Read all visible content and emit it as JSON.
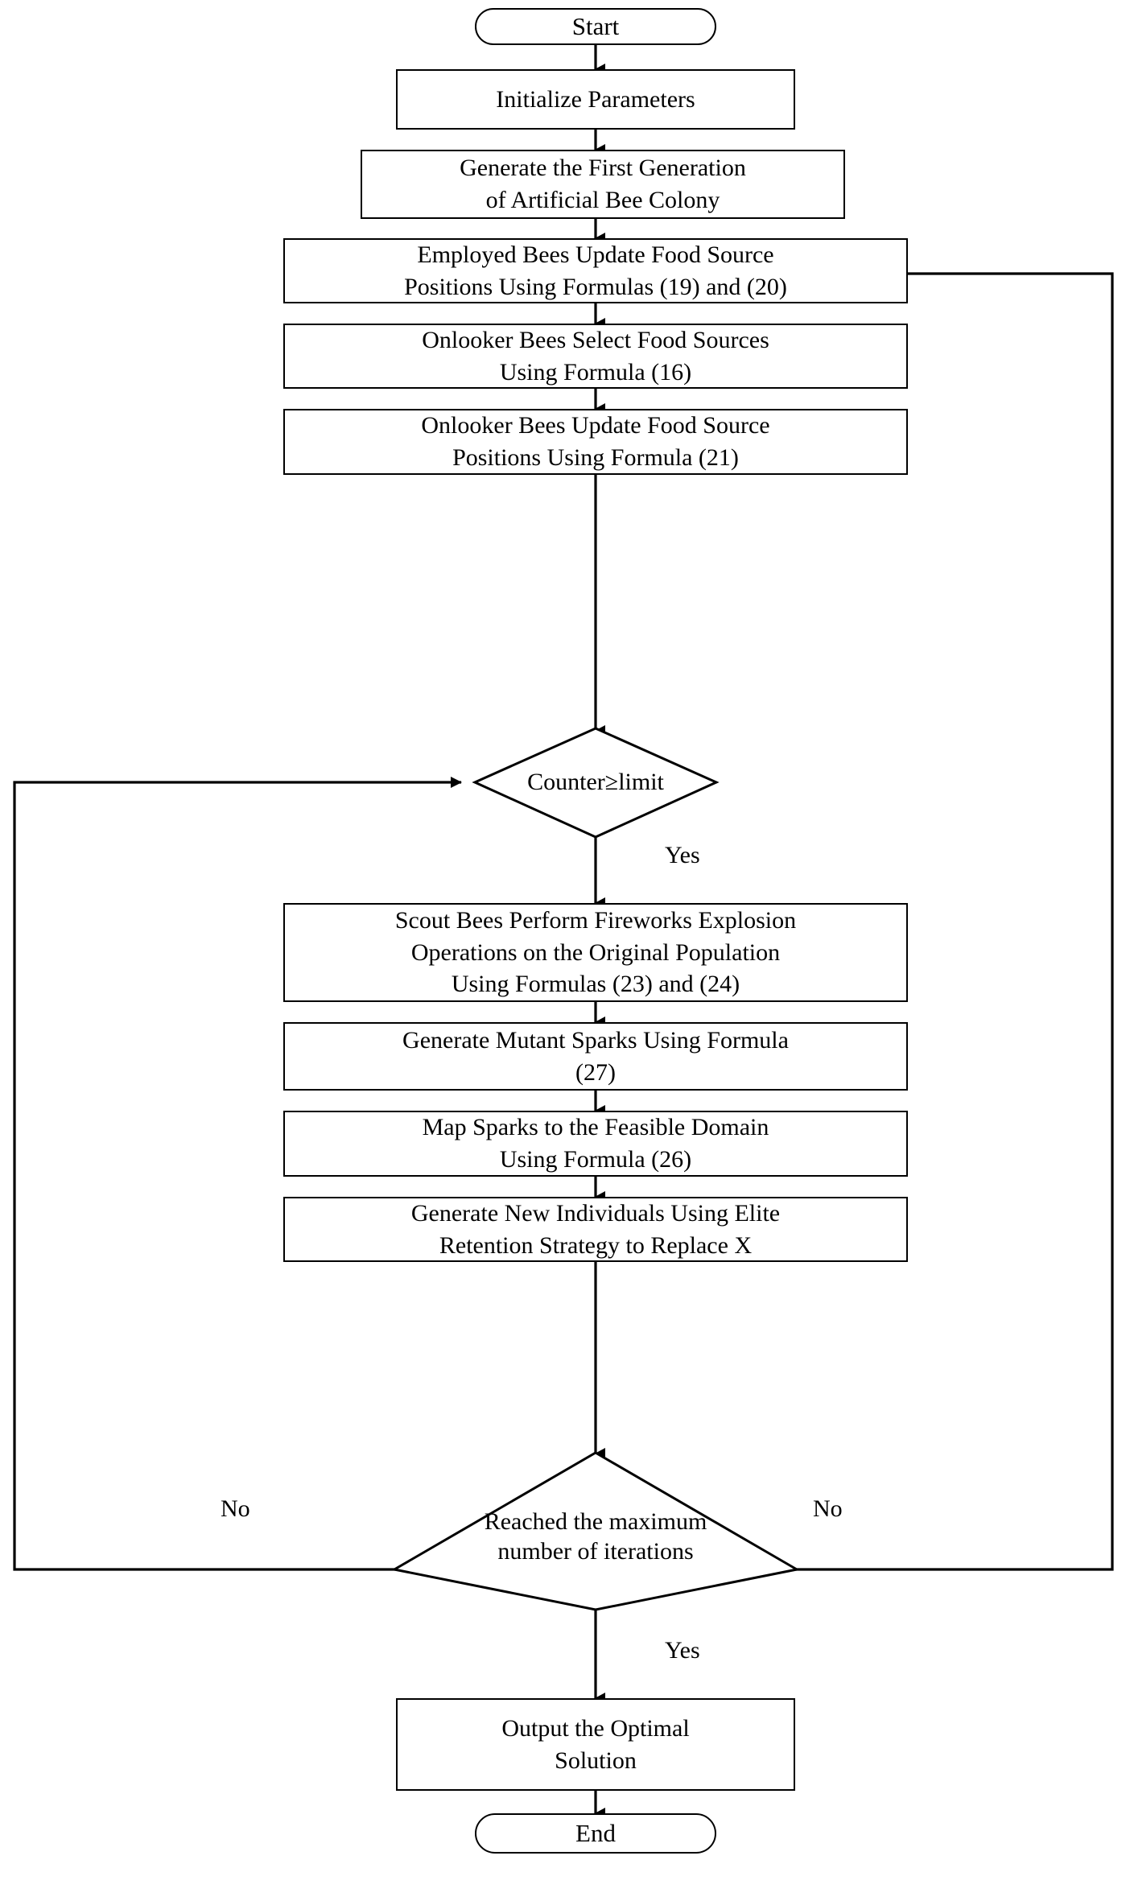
{
  "diagram": {
    "title": "Artificial Bee Colony with Fireworks Explosion Algorithm Flowchart",
    "style": {
      "stroke": "#000000",
      "fill": "#ffffff",
      "text": "#000000"
    },
    "nodes": {
      "start": {
        "label": "Start",
        "shape": "terminator"
      },
      "initialize": {
        "label": "Initialize Parameters",
        "shape": "process"
      },
      "first_generation": {
        "label": "Generate the First Generation\nof Artificial Bee Colony",
        "shape": "process"
      },
      "employed_bees": {
        "label": "Employed Bees Update Food Source\nPositions Using Formulas (19) and (20)",
        "shape": "process"
      },
      "onlooker_select": {
        "label": "Onlooker Bees Select Food Sources\nUsing Formula (16)",
        "shape": "process"
      },
      "onlooker_update": {
        "label": "Onlooker Bees Update Food Source\nPositions Using Formula (21)",
        "shape": "process"
      },
      "counter_limit": {
        "label": "Counter≥limit",
        "shape": "decision"
      },
      "scout_bees": {
        "label": "Scout Bees Perform Fireworks Explosion\nOperations on the Original Population\nUsing Formulas (23) and (24)",
        "shape": "process"
      },
      "mutant_sparks": {
        "label": "Generate Mutant Sparks Using Formula\n(27)",
        "shape": "process"
      },
      "map_sparks": {
        "label": "Map Sparks to the Feasible Domain\nUsing Formula (26)",
        "shape": "process"
      },
      "new_individuals": {
        "label": "Generate New Individuals Using Elite\nRetention Strategy to Replace X",
        "shape": "process"
      },
      "max_iterations": {
        "label": "Reached the maximum\nnumber of iterations",
        "shape": "decision"
      },
      "output_solution": {
        "label": "Output the Optimal\nSolution",
        "shape": "process"
      },
      "end": {
        "label": "End",
        "shape": "terminator"
      }
    },
    "edge_labels": {
      "counter_yes": "Yes",
      "max_iter_no_left": "No",
      "max_iter_no_right": "No",
      "max_iter_yes": "Yes"
    }
  }
}
